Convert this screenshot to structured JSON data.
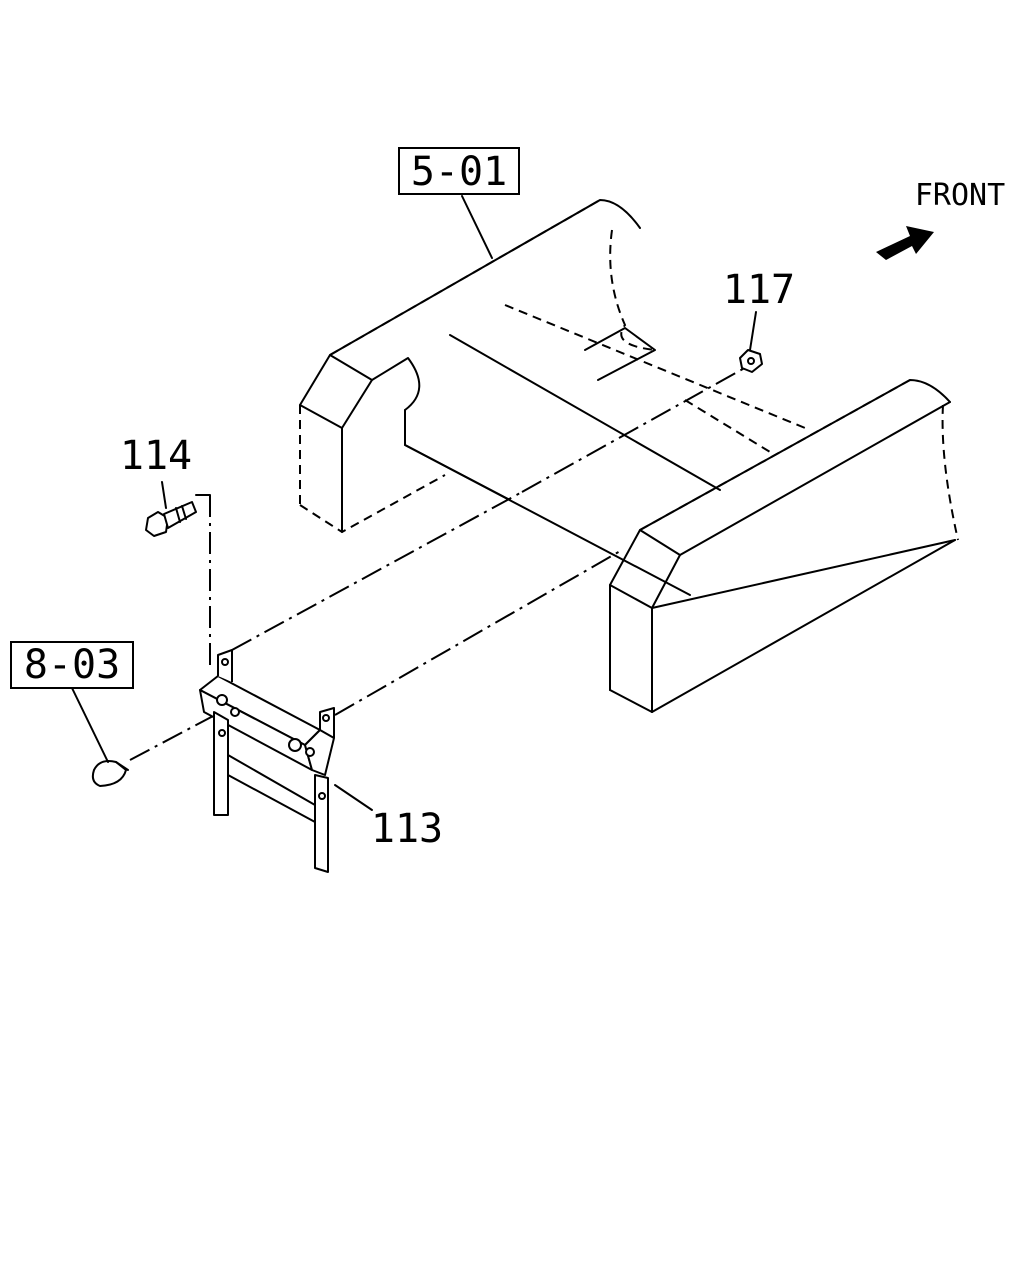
{
  "callouts": {
    "ref_5_01": "5-01",
    "ref_8_03": "8-03",
    "part_113": "113",
    "part_114": "114",
    "part_117": "117"
  },
  "direction": {
    "label": "FRONT",
    "icon": "arrow-icon"
  }
}
